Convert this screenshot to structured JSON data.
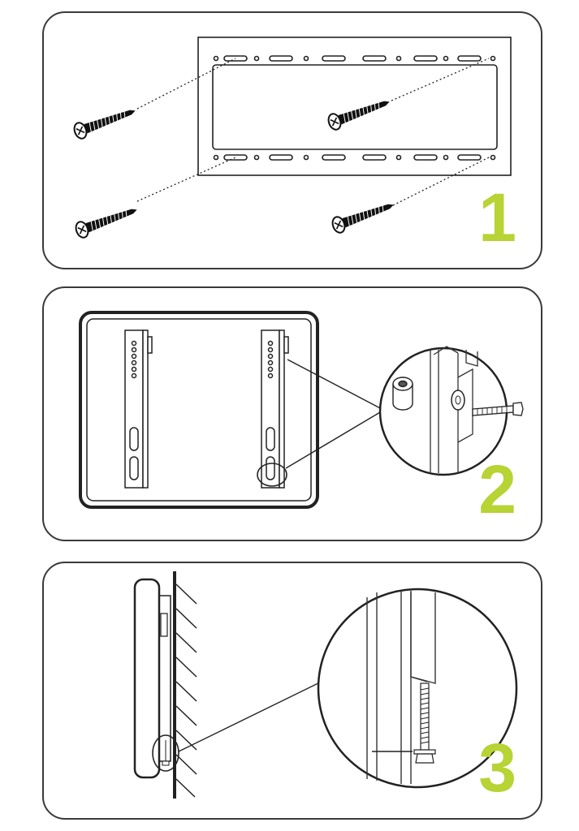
{
  "steps": [
    {
      "number": "1"
    },
    {
      "number": "2"
    },
    {
      "number": "3"
    }
  ],
  "colors": {
    "accent": "#b7d334",
    "line": "#222222",
    "frame": "#3a3a3a"
  },
  "icons": [
    "screw-icon",
    "wall-plate",
    "tv-back",
    "bracket-arm",
    "spacer",
    "bolt-icon",
    "wall-hatch"
  ]
}
